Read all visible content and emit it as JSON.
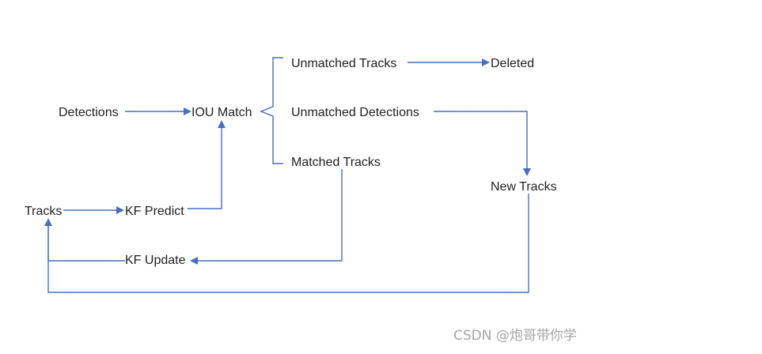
{
  "nodes": {
    "detections": "Detections",
    "iou_match": "IOU Match",
    "unmatched_tracks": "Unmatched Tracks",
    "deleted": "Deleted",
    "unmatched_detections": "Unmatched Detections",
    "matched_tracks": "Matched Tracks",
    "new_tracks": "New Tracks",
    "tracks": "Tracks",
    "kf_predict": "KF Predict",
    "kf_update": "KF Update"
  },
  "watermark": "CSDN @炮哥带你学",
  "colors": {
    "edge": "#4a6fc0",
    "text": "#1f1f1f",
    "watermark": "#a6a6a6"
  }
}
